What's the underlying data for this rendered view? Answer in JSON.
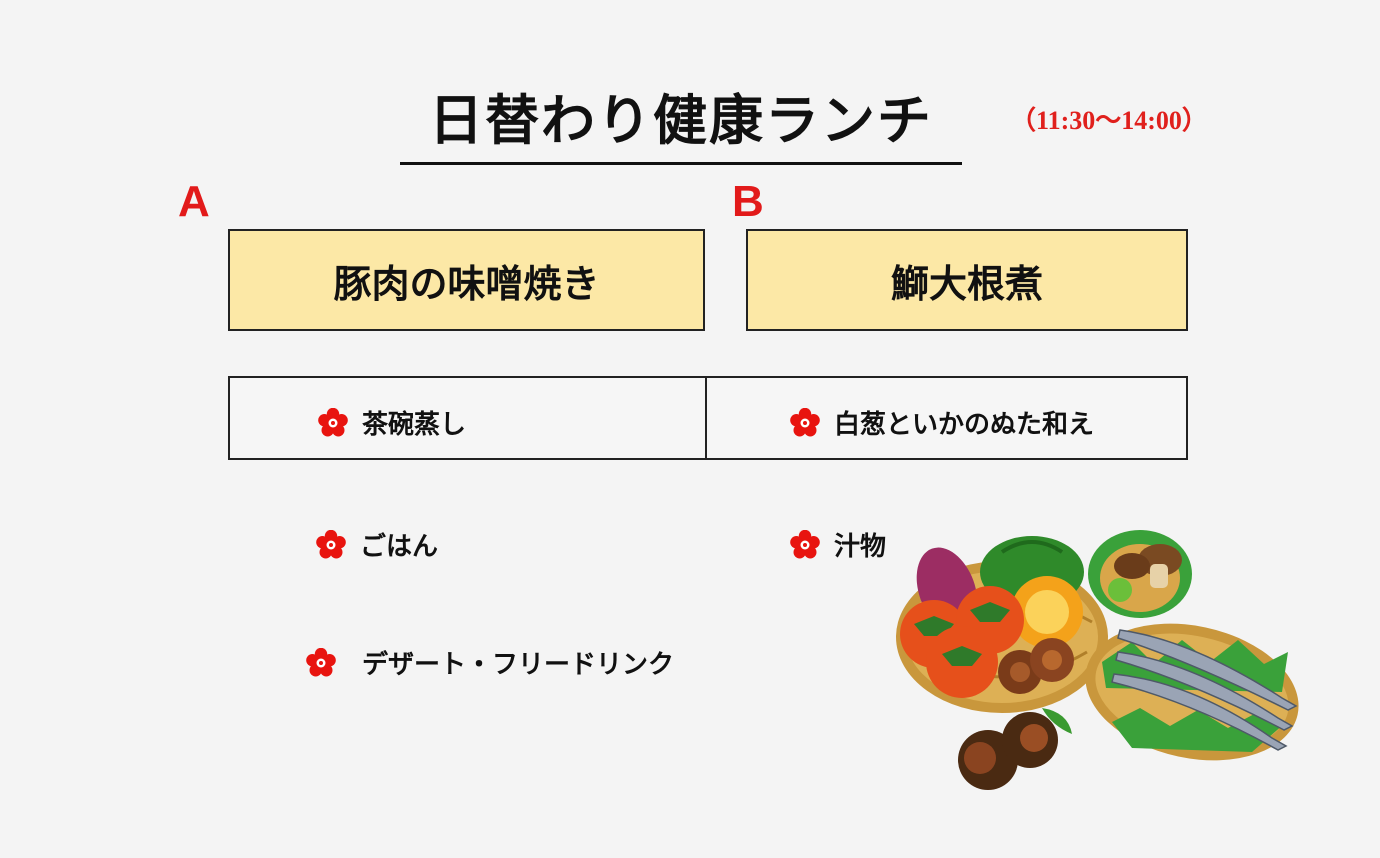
{
  "title": "日替わり健康ランチ",
  "hours": "（11:30〜14:00）",
  "menu_a": {
    "letter": "A",
    "main": "豚肉の味噌焼き",
    "side": "茶碗蒸し"
  },
  "menu_b": {
    "letter": "B",
    "main": "鰤大根煮",
    "side": "白葱といかのぬた和え"
  },
  "common": {
    "rice": "ごはん",
    "soup": "汁物",
    "extras": "デザート・フリードリンク"
  },
  "colors": {
    "accent_red": "#e21a1a",
    "box_fill": "#fce8a6",
    "flower": "#e8140f"
  },
  "icons": {
    "bullet": "plum-flower-icon",
    "illustration": "autumn-harvest-illustration"
  }
}
